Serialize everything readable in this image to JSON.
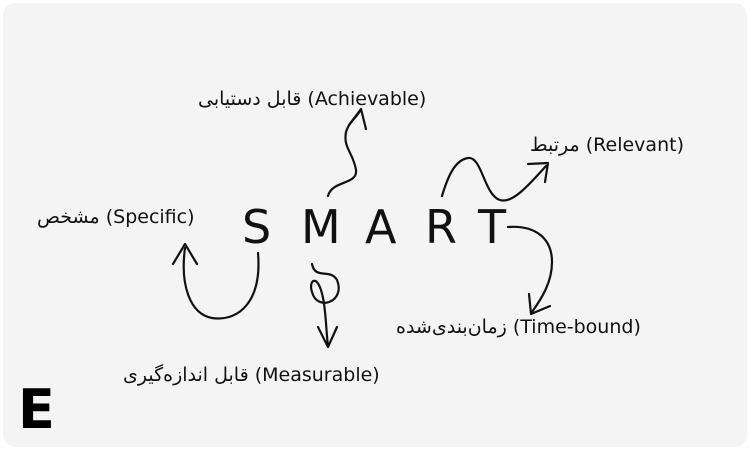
{
  "acronym": {
    "letters": [
      "S",
      "M",
      "A",
      "R",
      "T"
    ]
  },
  "labels": {
    "specific": {
      "en": "(Specific)",
      "fa": "مشخص"
    },
    "measurable": {
      "en": "(Measurable)",
      "fa": "قابل اندازه‌گیری"
    },
    "achievable": {
      "en": "(Achievable)",
      "fa": "قابل دستیابی"
    },
    "relevant": {
      "en": "(Relevant)",
      "fa": "مرتبط"
    },
    "time_bound": {
      "en": "(Time-bound)",
      "fa": "زمان‌بندی‌شده"
    }
  },
  "logo": {
    "text": "E"
  }
}
